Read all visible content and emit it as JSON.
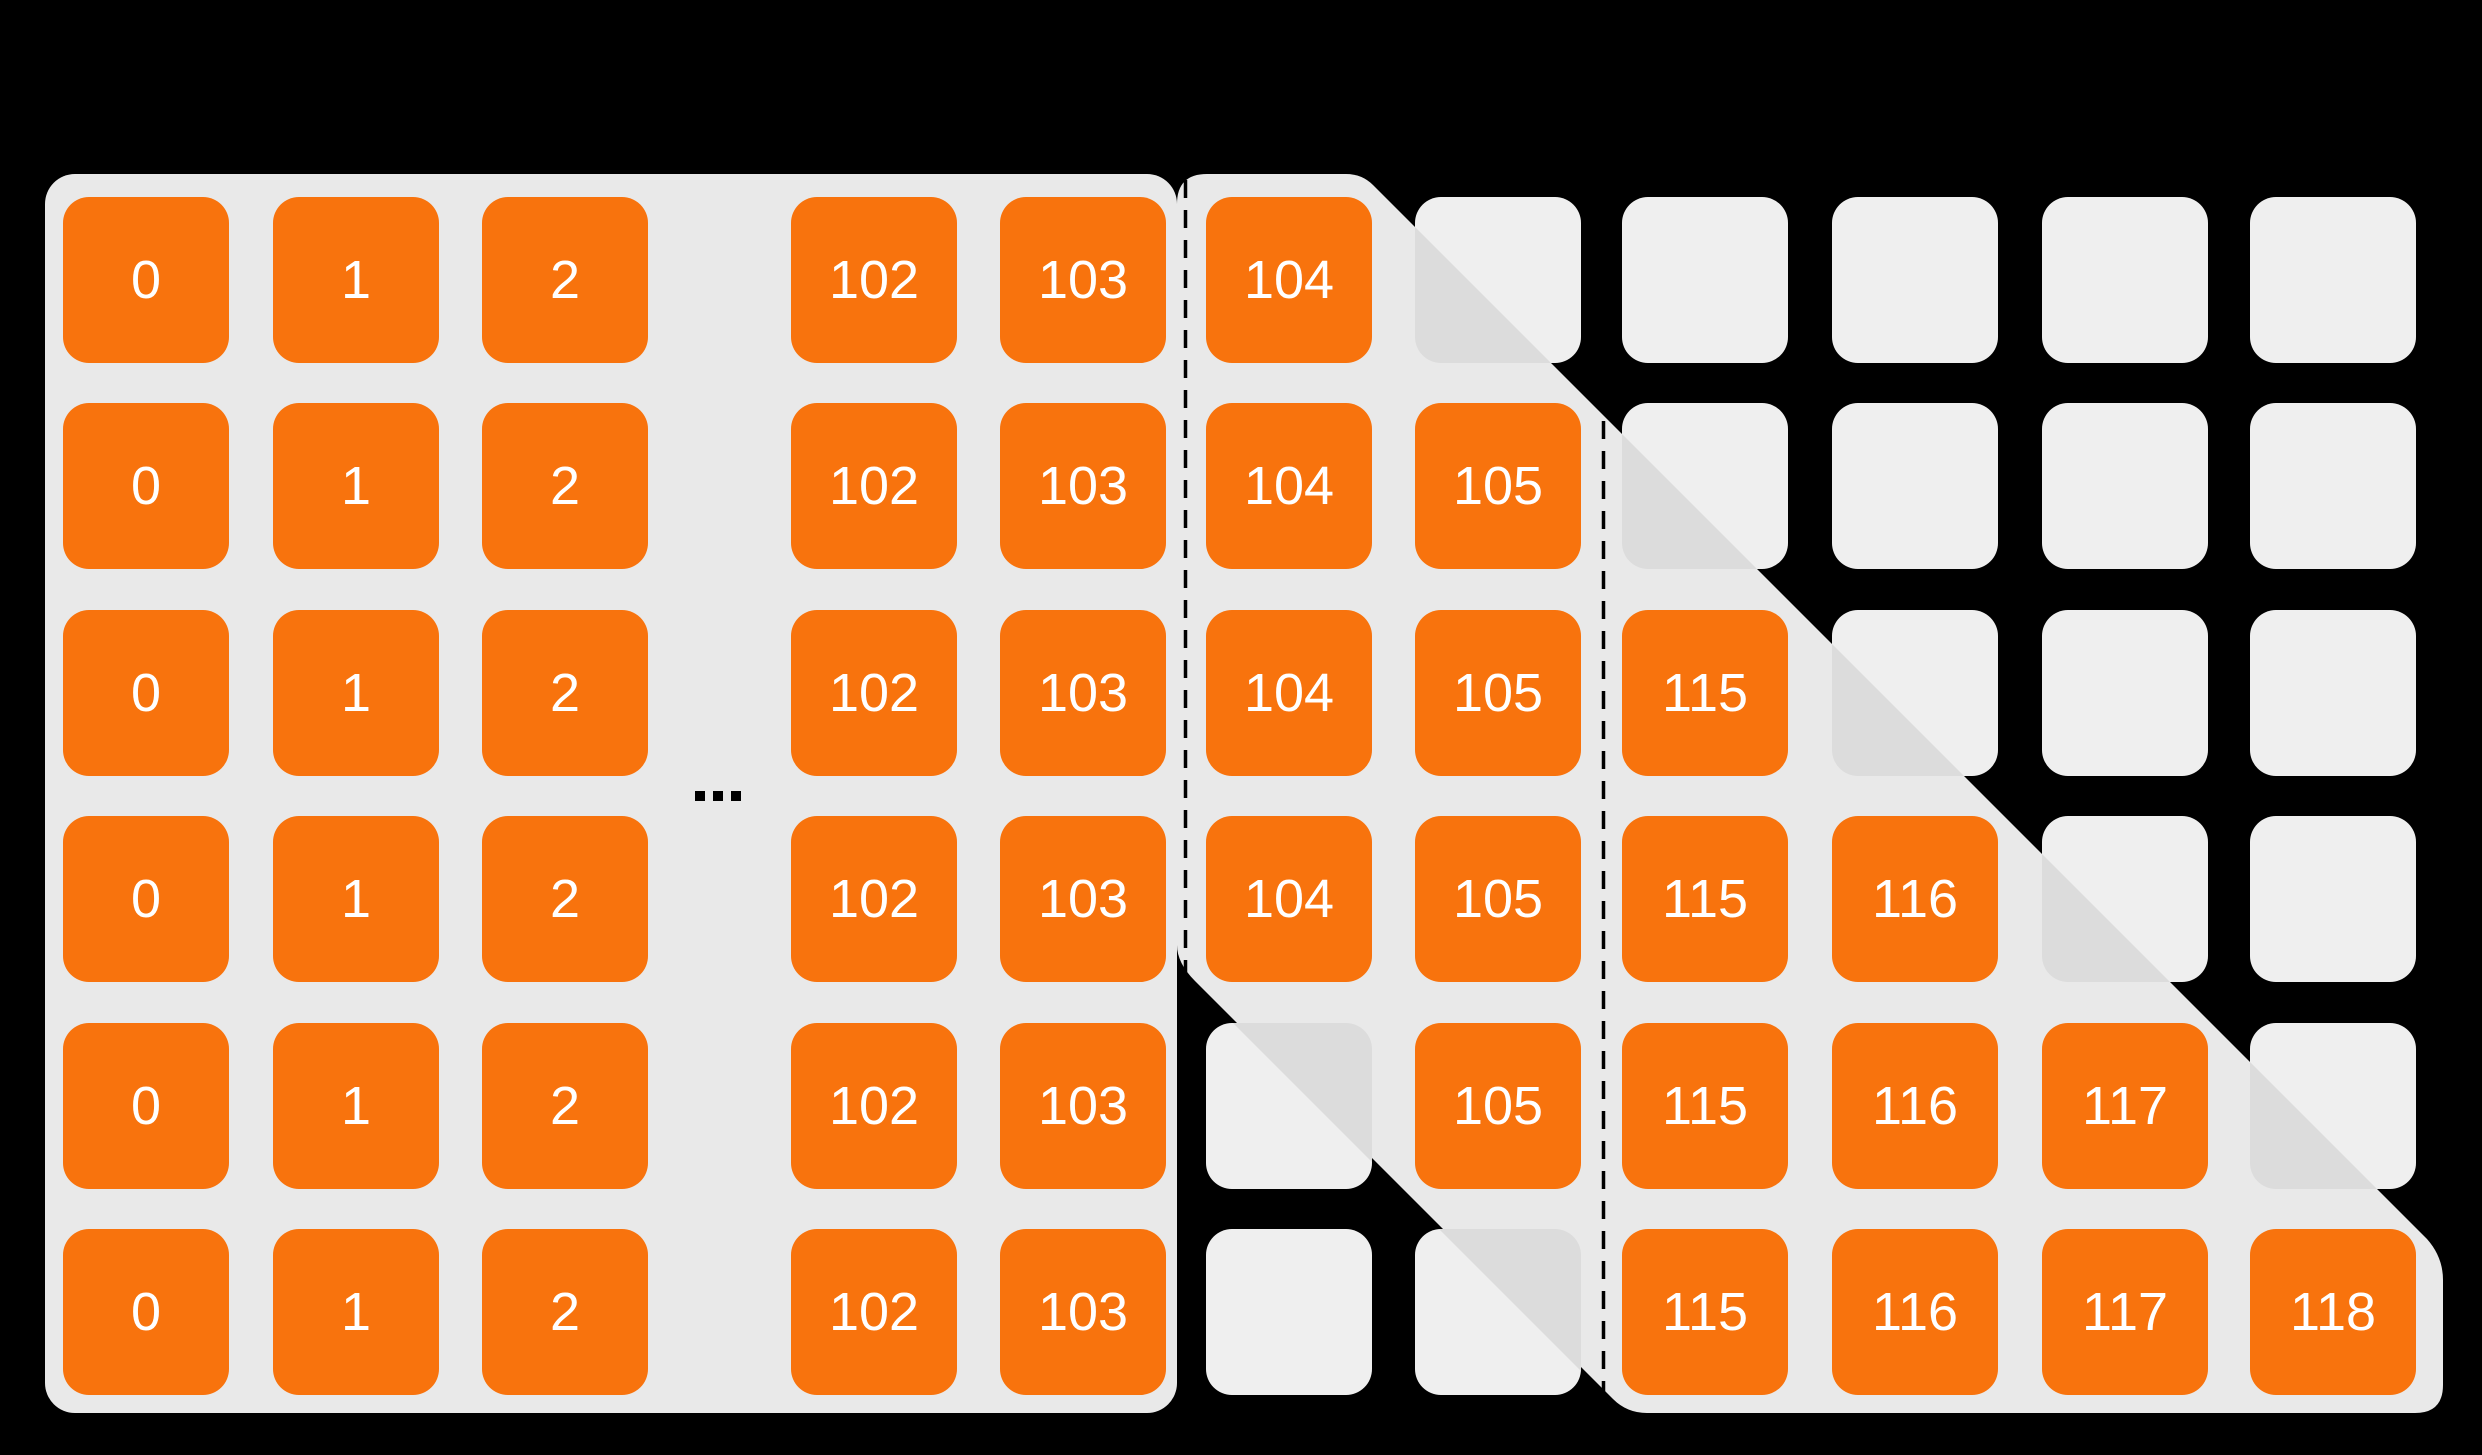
{
  "figure": {
    "ellipsis": "...",
    "palette": {
      "bg": "#000000",
      "sheet": "#E9E9E9",
      "tile_active": "#F8730D",
      "tile_empty": "#EFEFEF",
      "tile_fold": "#DCDCDC",
      "tile_label": "#FFFFFF",
      "divider": "#000000"
    },
    "grid": {
      "rows": 6,
      "col_labels": [
        "0",
        "1",
        "2",
        "102",
        "103",
        "104",
        "105",
        "115",
        "116",
        "117",
        "118"
      ],
      "cell_legend": "O = filled numbered block, E = empty slot, T1 = slot torn by upper-right page tear, T2 = slot torn by lower-left page tear",
      "cells": [
        [
          "O",
          "O",
          "O",
          "O",
          "O",
          "O",
          "T1",
          "E",
          "E",
          "E",
          "E"
        ],
        [
          "O",
          "O",
          "O",
          "O",
          "O",
          "O",
          "O",
          "T1",
          "E",
          "E",
          "E"
        ],
        [
          "O",
          "O",
          "O",
          "O",
          "O",
          "O",
          "O",
          "O",
          "T1",
          "E",
          "E"
        ],
        [
          "O",
          "O",
          "O",
          "O",
          "O",
          "O",
          "O",
          "O",
          "O",
          "T1",
          "E"
        ],
        [
          "O",
          "O",
          "O",
          "O",
          "O",
          "T2",
          "O",
          "O",
          "O",
          "O",
          "T1"
        ],
        [
          "O",
          "O",
          "O",
          "O",
          "O",
          "E",
          "T2",
          "O",
          "O",
          "O",
          "O"
        ]
      ]
    }
  }
}
